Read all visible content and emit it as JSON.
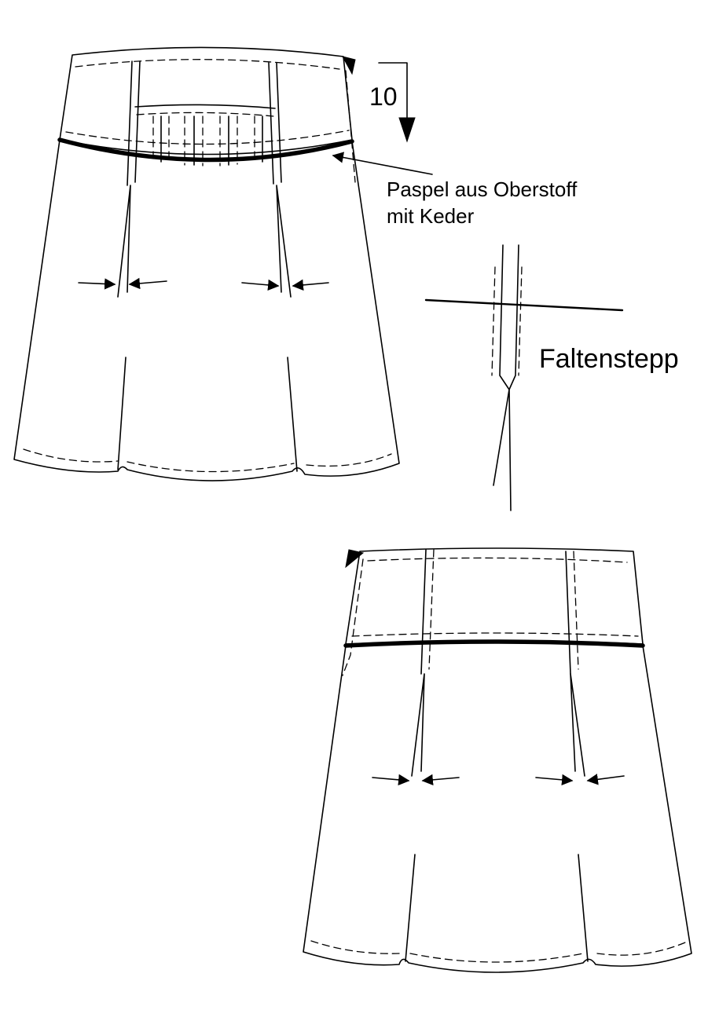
{
  "labels": {
    "measure_value": "10",
    "piping_line1": "Paspel aus Oberstoff",
    "piping_line2": "mit Keder",
    "pleat_stitch": "Faltenstepp"
  },
  "colors": {
    "line": "#000000",
    "background": "#ffffff"
  }
}
